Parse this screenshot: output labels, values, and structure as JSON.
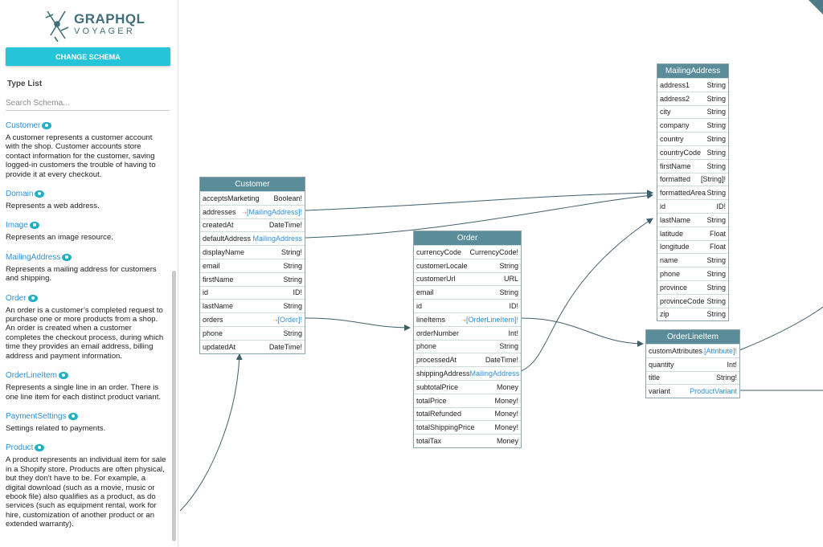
{
  "logo": {
    "title": "GRAPHQL",
    "subtitle": "VOYAGER"
  },
  "sidebar": {
    "change_schema_label": "CHANGE SCHEMA",
    "type_list_title": "Type List",
    "search_placeholder": "Search Schema...",
    "types": [
      {
        "name": "Customer",
        "desc": "A customer represents a customer account with the shop. Customer accounts store contact information for the customer, saving logged-in customers the trouble of having to provide it at every checkout."
      },
      {
        "name": "Domain",
        "desc": "Represents a web address."
      },
      {
        "name": "Image",
        "desc": "Represents an image resource."
      },
      {
        "name": "MailingAddress",
        "desc": "Represents a mailing address for customers and shipping."
      },
      {
        "name": "Order",
        "desc": "An order is a customer’s completed request to purchase one or more products from a shop. An order is created when a customer completes the checkout process, during which time they provides an email address, billing address and payment information."
      },
      {
        "name": "OrderLineItem",
        "desc": "Represents a single line in an order. There is one line item for each distinct product variant."
      },
      {
        "name": "PaymentSettings",
        "desc": "Settings related to payments."
      },
      {
        "name": "Product",
        "desc": "A product represents an individual item for sale in a Shopify store. Products are often physical, but they don't have to be. For example, a digital download (such as a movie, music or ebook file) also qualifies as a product, as do services (such as equipment rental, work for hire, customization of another product or an extended warranty)."
      }
    ]
  },
  "nodes": {
    "customer": {
      "title": "Customer",
      "fields": [
        {
          "name": "acceptsMarketing",
          "type": "Boolean!"
        },
        {
          "name": "addresses",
          "pre": "⇢",
          "type": "[MailingAddress]!",
          "link": true
        },
        {
          "name": "createdAt",
          "type": "DateTime!"
        },
        {
          "name": "defaultAddress",
          "type": "MailingAddress",
          "link": true
        },
        {
          "name": "displayName",
          "type": "String!"
        },
        {
          "name": "email",
          "type": "String"
        },
        {
          "name": "firstName",
          "type": "String"
        },
        {
          "name": "id",
          "type": "ID!"
        },
        {
          "name": "lastName",
          "type": "String"
        },
        {
          "name": "orders",
          "pre": "⇢",
          "type": "[Order]!",
          "link": true
        },
        {
          "name": "phone",
          "type": "String"
        },
        {
          "name": "updatedAt",
          "type": "DateTime!"
        }
      ]
    },
    "order": {
      "title": "Order",
      "fields": [
        {
          "name": "currencyCode",
          "type": "CurrencyCode!"
        },
        {
          "name": "customerLocale",
          "type": "String"
        },
        {
          "name": "customerUrl",
          "type": "URL"
        },
        {
          "name": "email",
          "type": "String"
        },
        {
          "name": "id",
          "type": "ID!"
        },
        {
          "name": "lineItems",
          "pre": "⇢",
          "type": "[OrderLineItem]!",
          "link": true
        },
        {
          "name": "orderNumber",
          "type": "Int!"
        },
        {
          "name": "phone",
          "type": "String"
        },
        {
          "name": "processedAt",
          "type": "DateTime!"
        },
        {
          "name": "shippingAddress",
          "type": "MailingAddress",
          "link": true
        },
        {
          "name": "subtotalPrice",
          "type": "Money"
        },
        {
          "name": "totalPrice",
          "type": "Money!"
        },
        {
          "name": "totalRefunded",
          "type": "Money!"
        },
        {
          "name": "totalShippingPrice",
          "type": "Money!"
        },
        {
          "name": "totalTax",
          "type": "Money"
        }
      ]
    },
    "mailing": {
      "title": "MailingAddress",
      "fields": [
        {
          "name": "address1",
          "type": "String"
        },
        {
          "name": "address2",
          "type": "String"
        },
        {
          "name": "city",
          "type": "String"
        },
        {
          "name": "company",
          "type": "String"
        },
        {
          "name": "country",
          "type": "String"
        },
        {
          "name": "countryCode",
          "type": "String"
        },
        {
          "name": "firstName",
          "type": "String"
        },
        {
          "name": "formatted",
          "type": "[String]!"
        },
        {
          "name": "formattedArea",
          "type": "String"
        },
        {
          "name": "id",
          "type": "ID!"
        },
        {
          "name": "lastName",
          "type": "String"
        },
        {
          "name": "latitude",
          "type": "Float"
        },
        {
          "name": "longitude",
          "type": "Float"
        },
        {
          "name": "name",
          "type": "String"
        },
        {
          "name": "phone",
          "type": "String"
        },
        {
          "name": "province",
          "type": "String"
        },
        {
          "name": "provinceCode",
          "type": "String"
        },
        {
          "name": "zip",
          "type": "String"
        }
      ]
    },
    "lineitem": {
      "title": "OrderLineItem",
      "fields": [
        {
          "name": "customAttributes",
          "type": "[Attribute]!",
          "link": true
        },
        {
          "name": "quantity",
          "type": "Int!"
        },
        {
          "name": "title",
          "type": "String!"
        },
        {
          "name": "variant",
          "type": "ProductVariant",
          "link": true
        }
      ]
    }
  },
  "colors": {
    "accent": "#26c4d8",
    "node_header": "#5a8d99",
    "link": "#2f8fd5",
    "edge": "#3d5f6c"
  }
}
